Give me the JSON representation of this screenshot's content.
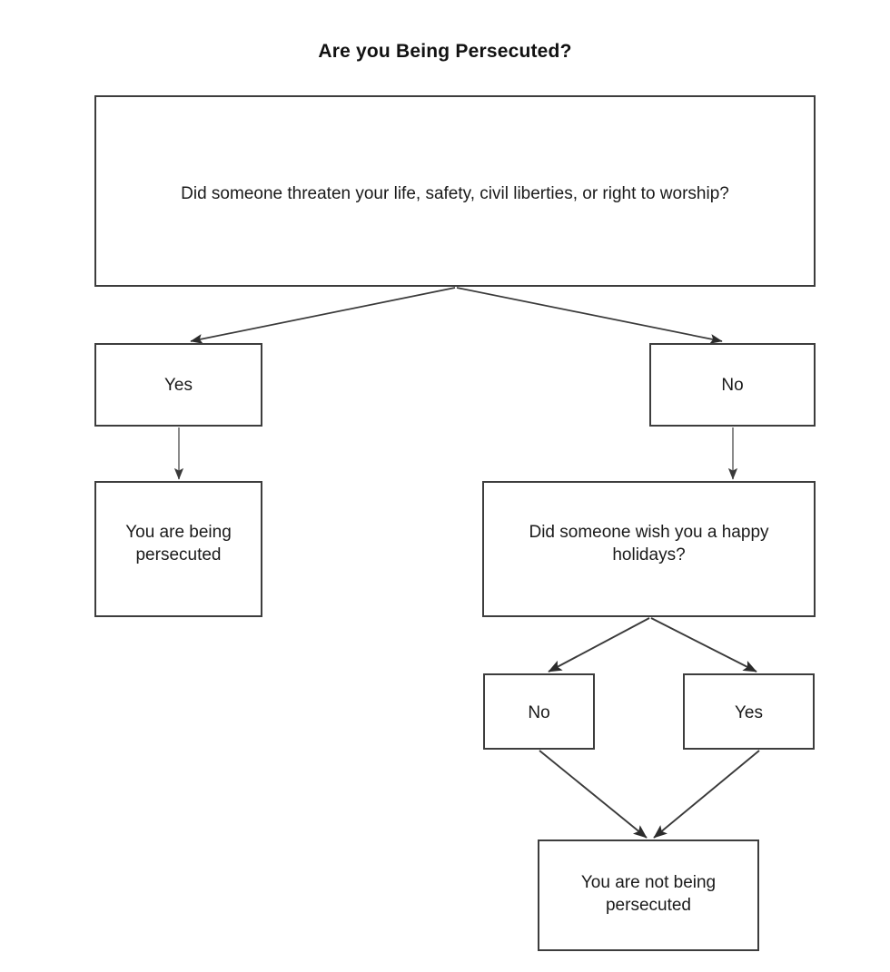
{
  "diagram": {
    "type": "flowchart",
    "title": "Are you Being Persecuted?",
    "background_color": "#ffffff",
    "node_border_color": "#3d3d3d",
    "edge_color": "#555555",
    "text_color": "#1a1a1a",
    "nodes": [
      {
        "id": "q1",
        "label": "Did someone threaten your life, safety, civil liberties, or right to worship?",
        "kind": "question"
      },
      {
        "id": "yes1",
        "label": "Yes",
        "kind": "answer"
      },
      {
        "id": "no1",
        "label": "No",
        "kind": "answer"
      },
      {
        "id": "persecuted",
        "label": "You are being persecuted",
        "kind": "outcome"
      },
      {
        "id": "q2",
        "label": "Did someone wish you a happy holidays?",
        "kind": "question"
      },
      {
        "id": "no2",
        "label": "No",
        "kind": "answer"
      },
      {
        "id": "yes2",
        "label": "Yes",
        "kind": "answer"
      },
      {
        "id": "not_persecuted",
        "label": "You are not being persecuted",
        "kind": "outcome"
      }
    ],
    "edges": [
      {
        "from": "q1",
        "to": "yes1"
      },
      {
        "from": "q1",
        "to": "no1"
      },
      {
        "from": "yes1",
        "to": "persecuted"
      },
      {
        "from": "no1",
        "to": "q2"
      },
      {
        "from": "q2",
        "to": "no2"
      },
      {
        "from": "q2",
        "to": "yes2"
      },
      {
        "from": "no2",
        "to": "not_persecuted"
      },
      {
        "from": "yes2",
        "to": "not_persecuted"
      }
    ]
  }
}
